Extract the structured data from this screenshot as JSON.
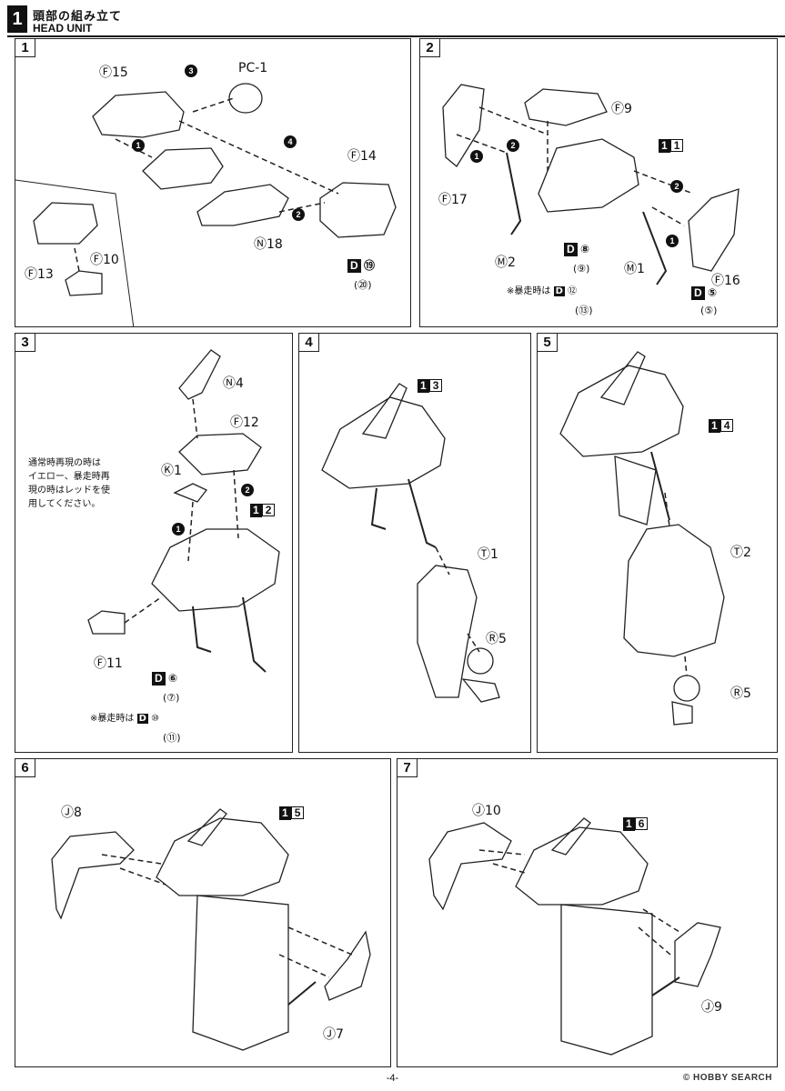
{
  "header": {
    "step_number": "1",
    "title_jp": "頭部の組み立て",
    "title_en": "HEAD UNIT"
  },
  "panels": [
    {
      "step": "1",
      "labels": [
        "Ⓕ15",
        "PC-1",
        "Ⓕ14",
        "Ⓝ18",
        "Ⓕ13",
        "Ⓕ10",
        "⑲",
        "(⑳)"
      ],
      "order_markers": [
        "3",
        "4",
        "1",
        "2"
      ]
    },
    {
      "step": "2",
      "labels": [
        "Ⓕ9",
        "Ⓕ17",
        "Ⓜ2",
        "⑧",
        "(⑨)",
        "Ⓜ1",
        "Ⓕ16",
        "⑤",
        "(⑤)",
        "⑫",
        "(⑬)"
      ],
      "ref_box": "1",
      "note": "※暴走時は",
      "order_markers": [
        "2",
        "1",
        "2",
        "1"
      ]
    },
    {
      "step": "3",
      "labels": [
        "Ⓝ4",
        "Ⓕ12",
        "Ⓚ1",
        "Ⓕ11",
        "⑥",
        "(⑦)",
        "⑩",
        "(⑪)"
      ],
      "ref_box": "2",
      "note": "※暴走時は",
      "instruction": [
        "通常時再現の時は",
        "イエロー、暴走時再",
        "現の時はレッドを使",
        "用してください。"
      ],
      "order_markers": [
        "2",
        "1"
      ]
    },
    {
      "step": "4",
      "labels": [
        "Ⓣ1",
        "Ⓡ5"
      ],
      "ref_box": "3"
    },
    {
      "step": "5",
      "labels": [
        "Ⓣ2",
        "Ⓡ5"
      ],
      "ref_box": "4"
    },
    {
      "step": "6",
      "labels": [
        "Ⓙ8",
        "Ⓙ7"
      ],
      "ref_box": "5"
    },
    {
      "step": "7",
      "labels": [
        "Ⓙ10",
        "Ⓙ9"
      ],
      "ref_box": "6"
    }
  ],
  "runner_letter": "D",
  "page_number": "-4-",
  "watermark": "© HOBBY SEARCH"
}
